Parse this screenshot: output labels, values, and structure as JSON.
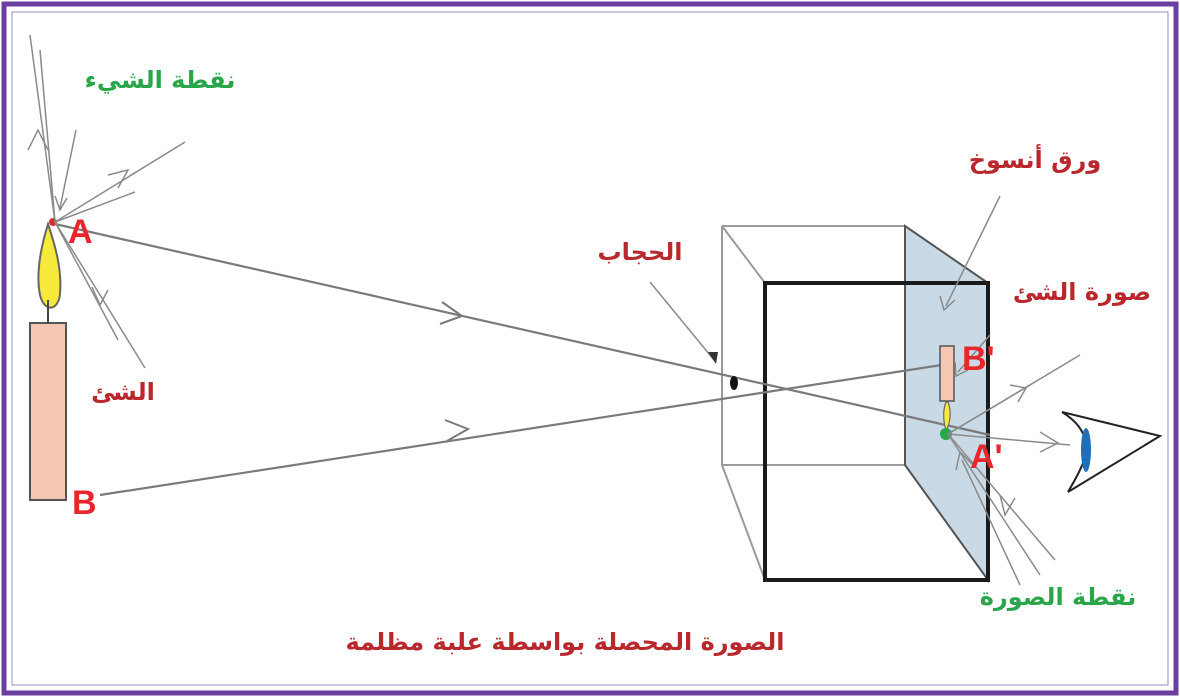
{
  "labels": {
    "object_point": "نقطة الشيء",
    "object": "الشئ",
    "pinhole": "الحجاب",
    "tracing_paper": "ورق أنسوخ",
    "object_image": "صورة الشئ",
    "image_point": "نقطة الصورة",
    "caption": "الصورة المحصلة بواسطة علبة مظلمة"
  },
  "points": {
    "A": "A",
    "B": "B",
    "A_prime": "A'",
    "B_prime": "B'"
  },
  "colors": {
    "border": "#6a3fa0",
    "label_red": "#b8282c",
    "label_green": "#2aa54a",
    "point_letters": "#e8262d",
    "candle": "#f4c7b2",
    "flame": "#f7ea3a",
    "screen": "#c9d9e6",
    "eye_pupil": "#1f6fb8"
  },
  "icons": [
    "candle-icon",
    "eye-icon",
    "dark-box-icon"
  ]
}
